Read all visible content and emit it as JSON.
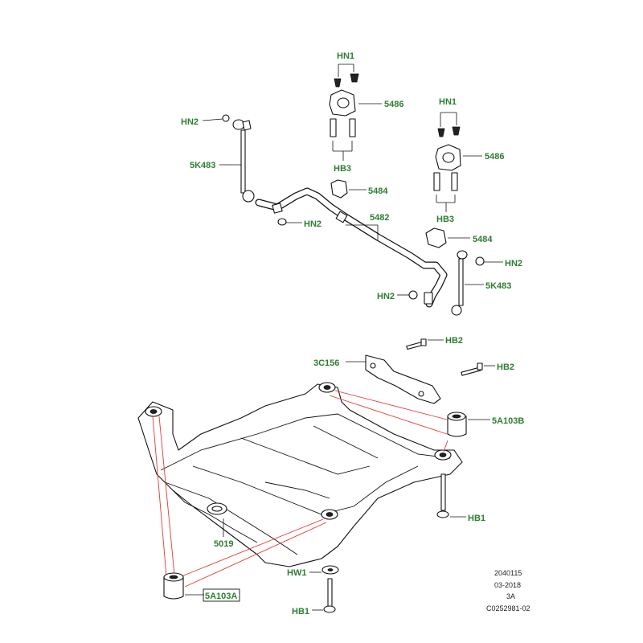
{
  "diagram": {
    "labels": {
      "hn1_top": "HN1",
      "part_5486_top": "5486",
      "hb3_top": "HB3",
      "hn1_right": "HN1",
      "part_5486_right": "5486",
      "hb3_right": "HB3",
      "hn2_left_top": "HN2",
      "part_5k483_left": "5K483",
      "part_5484_left": "5484",
      "part_5482": "5482",
      "hn2_left_mid": "HN2",
      "part_5484_right": "5484",
      "hn2_right": "HN2",
      "part_5k483_right": "5K483",
      "hn2_left_low": "HN2",
      "hb2_top": "HB2",
      "part_3c156": "3C156",
      "hb2_right": "HB2",
      "part_5a103b": "5A103B",
      "hb1_right": "HB1",
      "part_5019": "5019",
      "hw1": "HW1",
      "part_5a103a": "5A103A",
      "hb1_bottom": "HB1"
    },
    "reference": {
      "line1": "2040115",
      "line2": "03-2018",
      "line3": "3A",
      "line4": "C0252981-02"
    }
  },
  "colors": {
    "label_green": "#2e7d32",
    "leader_red": "#e53935",
    "line_black": "#111111"
  }
}
